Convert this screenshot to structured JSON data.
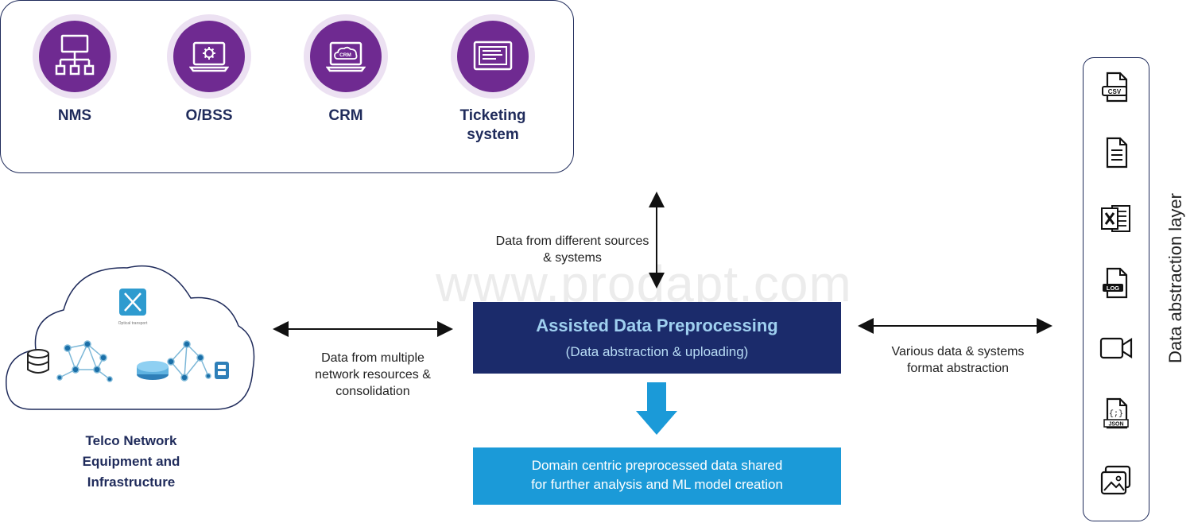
{
  "systems": [
    {
      "label": "NMS",
      "icon": "network-monitor-icon"
    },
    {
      "label": "O/BSS",
      "icon": "laptop-gear-icon"
    },
    {
      "label": "CRM",
      "icon": "laptop-crm-cloud-icon"
    },
    {
      "label": "Ticketing system",
      "icon": "monitor-document-icon"
    }
  ],
  "notes": {
    "top": "Data from different sources & systems",
    "left": "Data from multiple network resources & consolidation",
    "right": "Various data & systems format abstraction"
  },
  "watermark": "www.prodapt.com",
  "preprocessing": {
    "title": "Assisted Data Preprocessing",
    "subtitle": "(Data abstraction & uploading)"
  },
  "output": {
    "line1": "Domain centric preprocessed data shared",
    "line2": "for further analysis and ML model creation"
  },
  "network": {
    "label_line1": "Telco Network",
    "label_line2": "Equipment and",
    "label_line3": "Infrastructure",
    "device_caption": "Optical transport"
  },
  "file_panel": {
    "title": "Data abstraction layer",
    "formats": [
      "CSV",
      "document",
      "Excel",
      "LOG",
      "video",
      "JSON",
      "image"
    ],
    "csv_tag": "CSV",
    "log_tag": "LOG",
    "json_tag": "JSON",
    "json_braces": "{;}"
  },
  "colors": {
    "navy": "#1f2b5b",
    "purple": "#6f2a91",
    "preprocess_bg": "#1b2b6b",
    "output_bg": "#1b9ad8",
    "arrow_blue": "#1b9ad8"
  }
}
